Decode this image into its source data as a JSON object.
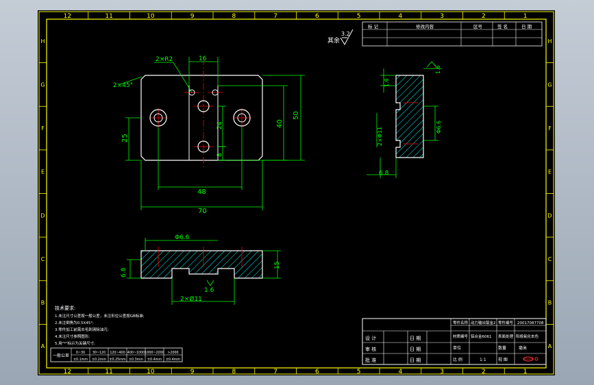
{
  "frame": {
    "columns": [
      "12",
      "11",
      "10",
      "9",
      "8",
      "7",
      "6",
      "5",
      "4",
      "3",
      "2",
      "1"
    ],
    "rows": [
      "H",
      "G",
      "F",
      "E",
      "D",
      "C",
      "B",
      "A"
    ]
  },
  "colors": {
    "background": "#000000",
    "outline": "#ffffff",
    "dimension": "#00ff00",
    "centerline": "#ff0000",
    "hatch": "#00ffff",
    "frame": "#ffff00"
  },
  "roughness": {
    "label": "其余",
    "value": "3.2"
  },
  "revision_table": {
    "headers": [
      "标 记",
      "修改内容",
      "区号",
      "签 名",
      "日 期"
    ]
  },
  "top_view": {
    "dims": {
      "w16": "16",
      "holes_2xr2": "2×R2",
      "chamfer": "2×45°",
      "h24": "24",
      "h40": "40",
      "h50": "50",
      "h25": "25",
      "h8": "8",
      "w48": "48",
      "w70": "70"
    }
  },
  "side_view": {
    "dims": {
      "h1_6_left": "1.6",
      "h1_6_right": "1.6",
      "holes_2x11": "2×Φ11",
      "d6_6": "Φ6.6",
      "w6_8": "6.8"
    }
  },
  "front_view": {
    "dims": {
      "d6_6": "Φ6.6",
      "h6_8": "6.8",
      "h15": "15",
      "r1_6": "1.6",
      "holes_2x11": "2×Ø11"
    }
  },
  "notes": {
    "title": "技术要求:",
    "lines": [
      "1.未注尺寸公差按一般公差，未注形位公差按GB标准;",
      "2.未注倒角为0.5X45°;",
      "3.零件加工前需去毛刺清除油污;",
      "4.未注尺寸参照图形;",
      "5.用\"*\"标示为关键尺寸;"
    ]
  },
  "tolerance_table": {
    "label": "一般公差",
    "ranges": [
      "0~30",
      "30~120",
      "120~400",
      "400~1000",
      "1000~2000",
      ">2000"
    ],
    "values": [
      "±0.1mm",
      "±0.2mm",
      "±0.25mm",
      "±0.3mm",
      "±0.4mm",
      "±0.4mm"
    ]
  },
  "title_block": {
    "part_name_label": "零件名称",
    "part_name": "动力输出钣金2",
    "drawing_no_label": "零件编号",
    "drawing_no": "20017087708",
    "material_label": "材质编号",
    "material": "铝合金6061",
    "surface_label": "表面处理",
    "surface": "阳极氧化本色",
    "unit_label": "单位",
    "unit": "毫米",
    "qty_label": "数量",
    "design_label": "设 计",
    "check_label": "审 核",
    "approve_label": "批 准",
    "date_label": "日 期",
    "scale_label": "比 例",
    "scale": "1:1",
    "projection_label": "视 图"
  }
}
